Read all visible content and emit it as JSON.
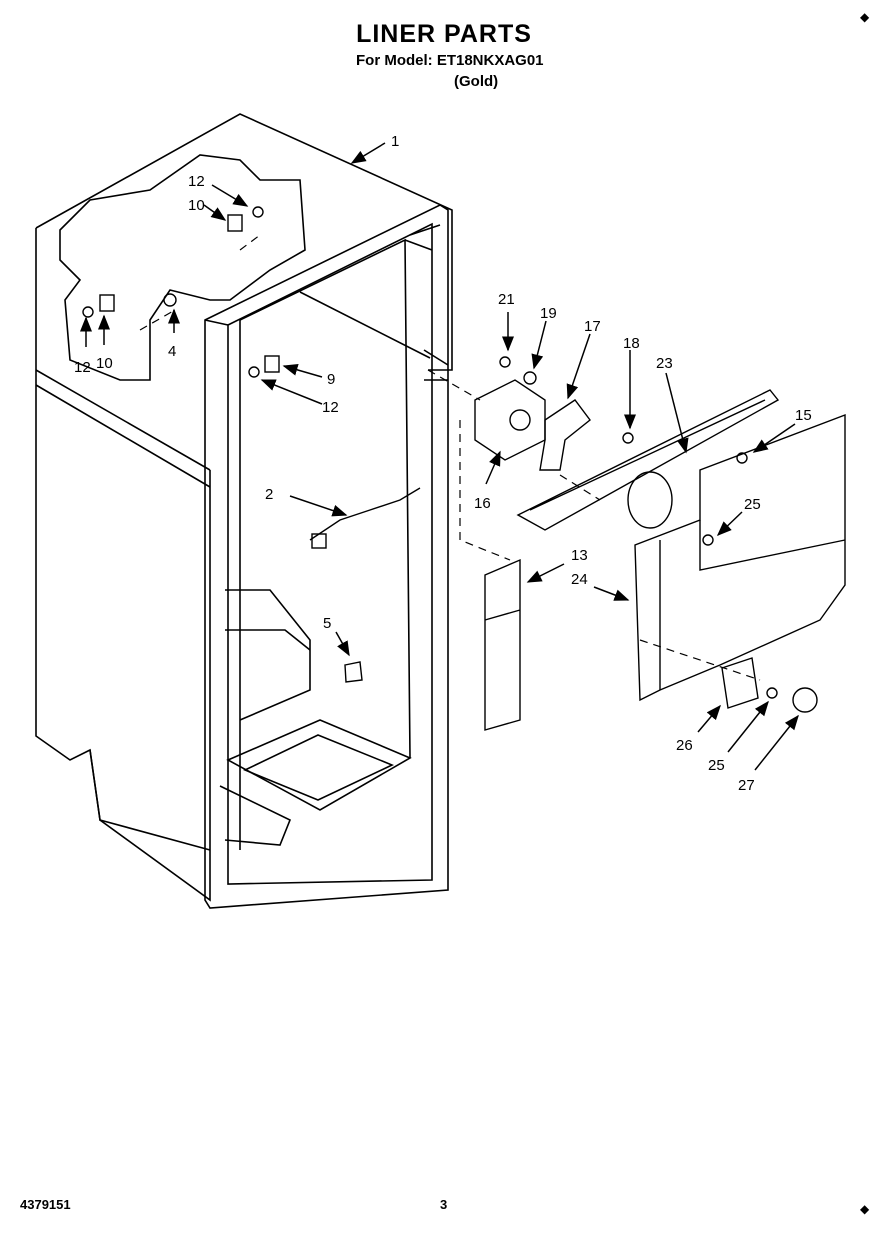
{
  "header": {
    "title": "LINER PARTS",
    "model_line": "For Model: ET18NKXAG01",
    "color_line": "(Gold)"
  },
  "footer": {
    "doc_number": "4379151",
    "page_number": "3"
  },
  "callouts": [
    {
      "id": "c1",
      "text": "1"
    },
    {
      "id": "c12a",
      "text": "12"
    },
    {
      "id": "c10a",
      "text": "10"
    },
    {
      "id": "c10b",
      "text": "10"
    },
    {
      "id": "c12b",
      "text": "12"
    },
    {
      "id": "c4",
      "text": "4"
    },
    {
      "id": "c9",
      "text": "9"
    },
    {
      "id": "c12c",
      "text": "12"
    },
    {
      "id": "c2",
      "text": "2"
    },
    {
      "id": "c5",
      "text": "5"
    },
    {
      "id": "c21",
      "text": "21"
    },
    {
      "id": "c19",
      "text": "19"
    },
    {
      "id": "c17",
      "text": "17"
    },
    {
      "id": "c18",
      "text": "18"
    },
    {
      "id": "c23",
      "text": "23"
    },
    {
      "id": "c15",
      "text": "15"
    },
    {
      "id": "c16",
      "text": "16"
    },
    {
      "id": "c25a",
      "text": "25"
    },
    {
      "id": "c13",
      "text": "13"
    },
    {
      "id": "c24",
      "text": "24"
    },
    {
      "id": "c26",
      "text": "26"
    },
    {
      "id": "c25b",
      "text": "25"
    },
    {
      "id": "c27",
      "text": "27"
    }
  ]
}
